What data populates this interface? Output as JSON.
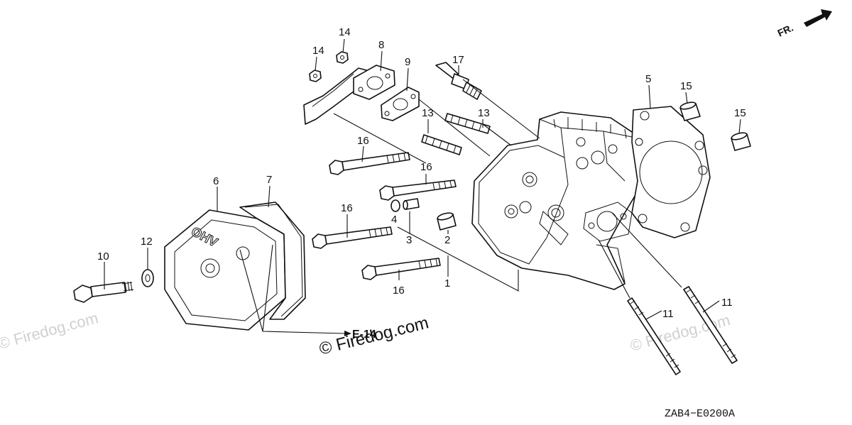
{
  "diagram": {
    "front_label": "FR.",
    "diagram_code": "ZAB4−E0200A",
    "ohv_text": "OHV",
    "ref_label": "E-14",
    "watermark_main": "© Firedog.com",
    "watermark_left": "© Firedog.com",
    "watermark_right": "© Firedog.com",
    "callouts": {
      "c1": "1",
      "c2": "2",
      "c3": "3",
      "c4": "4",
      "c5": "5",
      "c6": "6",
      "c7": "7",
      "c8": "8",
      "c9": "9",
      "c10": "10",
      "c11a": "11",
      "c11b": "11",
      "c12": "12",
      "c13a": "13",
      "c13b": "13",
      "c14a": "14",
      "c14b": "14",
      "c15a": "15",
      "c15b": "15",
      "c16a": "16",
      "c16b": "16",
      "c16c": "16",
      "c16d": "16",
      "c17": "17"
    }
  }
}
